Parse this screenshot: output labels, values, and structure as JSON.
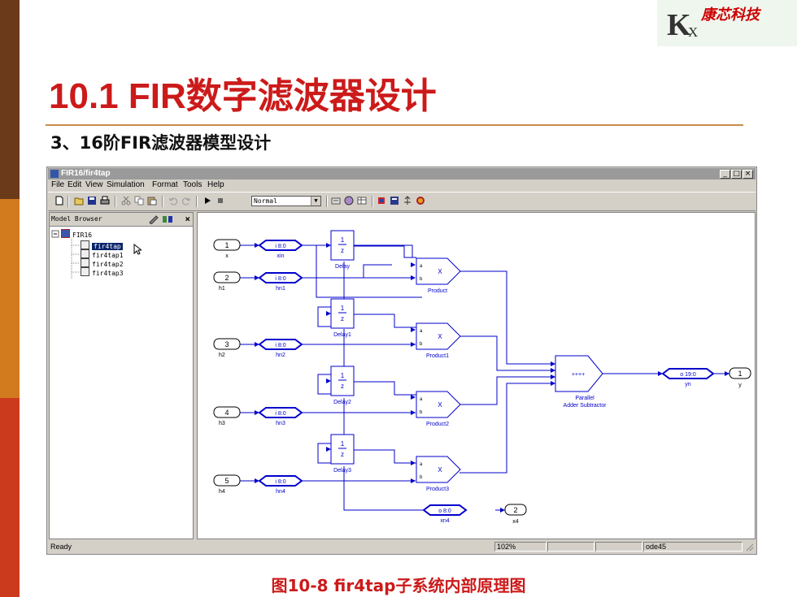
{
  "slide": {
    "title": "10.1 FIR数字滤波器设计",
    "subtitle": "3、16阶FIR滤波器模型设计",
    "caption": "图10-8 fir4tap子系统内部原理图",
    "logo": {
      "k": "K",
      "x": "X",
      "brand": "康芯科技"
    },
    "colors": {
      "title": "#cc1a1a",
      "bar_top": "#6b3a1a",
      "bar_mid": "#d27a1e",
      "bar_bottom": "#cc3a1e"
    }
  },
  "window": {
    "title": "FIR16/fir4tap",
    "min_label": "_",
    "max_label": "□",
    "close_label": "×",
    "menu": [
      "File",
      "Edit",
      "View",
      "Simulation",
      "Format",
      "Tools",
      "Help"
    ],
    "toolbar": {
      "zoom_value": "Normal"
    },
    "status": {
      "left": "Ready",
      "zoom": "102%",
      "solver": "ode45"
    }
  },
  "model_browser": {
    "header": "Model Browser",
    "close_label": "×",
    "root": "FIR16",
    "items": [
      "fir4tap",
      "fir4tap1",
      "fir4tap2",
      "fir4tap3"
    ],
    "selected": "fir4tap"
  },
  "diagram": {
    "inports": [
      {
        "num": "1",
        "label": "x"
      },
      {
        "num": "2",
        "label": "h1"
      },
      {
        "num": "3",
        "label": "h2"
      },
      {
        "num": "4",
        "label": "h3"
      },
      {
        "num": "5",
        "label": "h4"
      }
    ],
    "converters": [
      {
        "type": "i 8:0",
        "label": "xin"
      },
      {
        "type": "i 8:0",
        "label": "hn1"
      },
      {
        "type": "i 8:0",
        "label": "hn2"
      },
      {
        "type": "i 8:0",
        "label": "hn3"
      },
      {
        "type": "i 8:0",
        "label": "hn4"
      }
    ],
    "delays": [
      {
        "num": "1",
        "den": "z",
        "label": "Delay"
      },
      {
        "num": "1",
        "den": "z",
        "label": "Delay1"
      },
      {
        "num": "1",
        "den": "z",
        "label": "Delay2"
      },
      {
        "num": "1",
        "den": "z",
        "label": "Delay3"
      }
    ],
    "products": [
      {
        "sym": "X",
        "label": "Product",
        "a": "a",
        "b": "b"
      },
      {
        "sym": "X",
        "label": "Product1",
        "a": "a",
        "b": "b"
      },
      {
        "sym": "X",
        "label": "Product2",
        "a": "a",
        "b": "b"
      },
      {
        "sym": "X",
        "label": "Product3",
        "a": "a",
        "b": "b"
      }
    ],
    "adder": {
      "signs": "++++",
      "label1": "Parallel",
      "label2": "Adder Subtractor"
    },
    "out_conv": {
      "type": "o 19:0",
      "label": "yn"
    },
    "xn4_conv": {
      "type": "o 8:0",
      "label": "xn4"
    },
    "outports": [
      {
        "num": "1",
        "label": "y"
      },
      {
        "num": "2",
        "label": "x4"
      }
    ],
    "colors": {
      "wire": "#0000cc",
      "block": "#0000cc"
    }
  }
}
